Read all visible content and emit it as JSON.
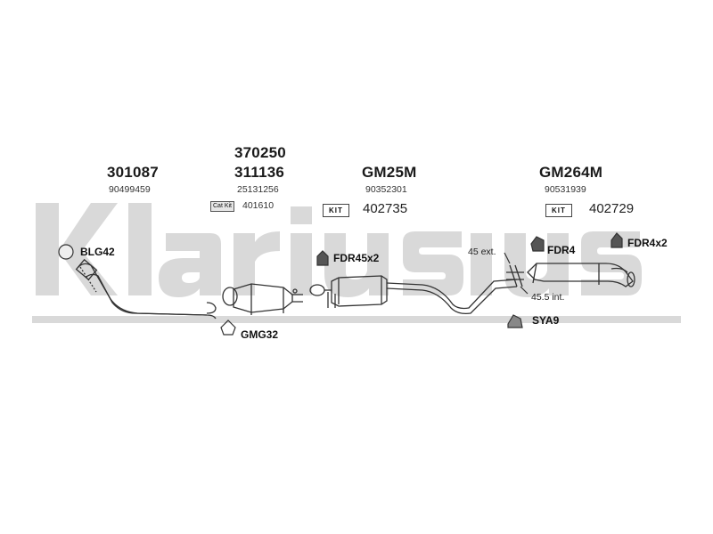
{
  "watermark": {
    "brand_text": "klarius"
  },
  "part_groups": [
    {
      "part_no": "301087",
      "oem_no": "90499459"
    },
    {
      "part_no_top": "370250",
      "part_no": "311136",
      "oem_no": "25131256",
      "cat_kit_label": "Cat Kit",
      "cat_kit_no": "401610"
    },
    {
      "part_no": "GM25M",
      "oem_no": "90352301",
      "kit_label": "KIT",
      "kit_no": "402735"
    },
    {
      "part_no": "GM264M",
      "oem_no": "90531939",
      "kit_label": "KIT",
      "kit_no": "402729"
    }
  ],
  "fittings": {
    "blg42": "BLG42",
    "gmg32": "GMG32",
    "fdr45x2": "FDR45x2",
    "fdr4": "FDR4",
    "fdr4x2": "FDR4x2",
    "sya9": "SYA9"
  },
  "notes": {
    "ext": "45 ext.",
    "int": "45.5 int."
  },
  "colors": {
    "watermark": "#d9d9d9",
    "line": "#333333"
  }
}
